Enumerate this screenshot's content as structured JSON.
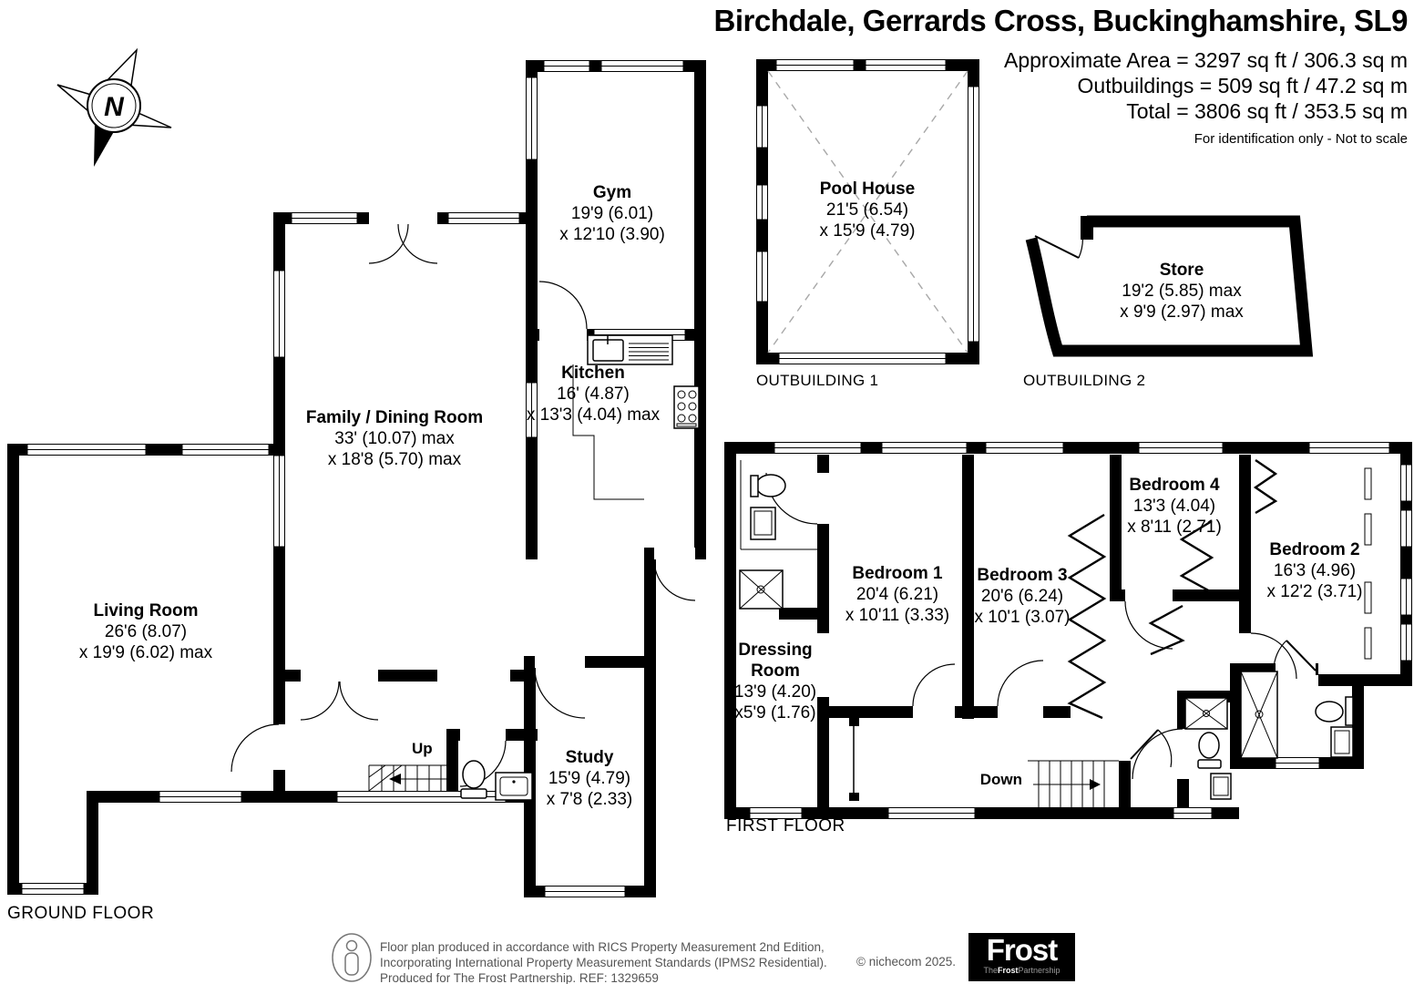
{
  "header": {
    "title": "Birchdale, Gerrards Cross, Buckinghamshire, SL9",
    "area_line1": "Approximate Area = 3297 sq ft / 306.3 sq m",
    "area_line2": "Outbuildings = 509 sq ft / 47.2 sq m",
    "area_line3": "Total = 3806 sq ft / 353.5 sq m",
    "disclaimer": "For identification only - Not to scale"
  },
  "compass": {
    "letter": "N"
  },
  "plan": {
    "ground_label": "GROUND FLOOR",
    "first_label": "FIRST FLOOR",
    "outbuilding1_label": "OUTBUILDING 1",
    "outbuilding2_label": "OUTBUILDING 2",
    "stairs_up": "Up",
    "stairs_down": "Down"
  },
  "rooms": {
    "gym": {
      "name": "Gym",
      "dim1": "19'9 (6.01)",
      "dim2": "x 12'10 (3.90)"
    },
    "pool": {
      "name": "Pool House",
      "dim1": "21'5 (6.54)",
      "dim2": "x 15'9 (4.79)"
    },
    "store": {
      "name": "Store",
      "dim1": "19'2 (5.85) max",
      "dim2": "x 9'9 (2.97) max"
    },
    "kitchen": {
      "name": "Kitchen",
      "dim1": "16' (4.87)",
      "dim2": "x 13'3 (4.04) max"
    },
    "family": {
      "name": "Family / Dining Room",
      "dim1": "33' (10.07) max",
      "dim2": "x 18'8 (5.70) max"
    },
    "living": {
      "name": "Living Room",
      "dim1": "26'6 (8.07)",
      "dim2": "x 19'9 (6.02) max"
    },
    "study": {
      "name": "Study",
      "dim1": "15'9 (4.79)",
      "dim2": "x 7'8 (2.33)"
    },
    "bedroom1": {
      "name": "Bedroom 1",
      "dim1": "20'4 (6.21)",
      "dim2": "x 10'11 (3.33)"
    },
    "bedroom2": {
      "name": "Bedroom 2",
      "dim1": "16'3 (4.96)",
      "dim2": "x 12'2 (3.71)"
    },
    "bedroom3": {
      "name": "Bedroom 3",
      "dim1": "20'6 (6.24)",
      "dim2": "x 10'1 (3.07)"
    },
    "bedroom4": {
      "name": "Bedroom 4",
      "dim1": "13'3 (4.04)",
      "dim2": "x 8'11 (2.71)"
    },
    "dressing": {
      "name_line1": "Dressing",
      "name_line2": "Room",
      "dim1": "13'9 (4.20)",
      "dim2": "x5'9 (1.76)"
    }
  },
  "footer": {
    "line1": "Floor plan produced in accordance with RICS Property Measurement 2nd Edition,",
    "line2": "Incorporating International Property Measurement Standards (IPMS2 Residential).",
    "line3": "Produced for The Frost Partnership.   REF:  1329659",
    "copyright": "© nichecom 2025.",
    "logo_main": "Frost",
    "logo_sub_the": "The",
    "logo_sub_frost": "Frost",
    "logo_sub_partnership": "Partnership"
  },
  "colors": {
    "wall": "#000000",
    "vault_dash": "#a8a8a8"
  }
}
